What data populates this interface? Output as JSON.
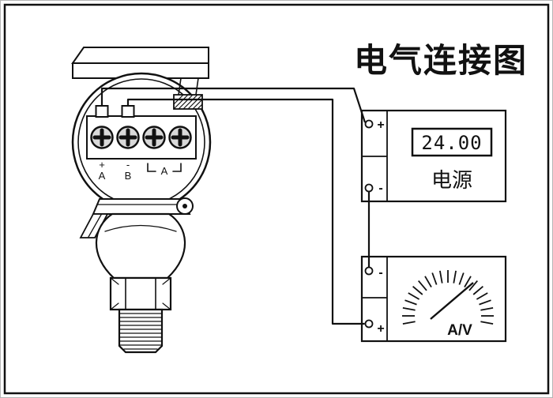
{
  "title": "电气连接图",
  "transmitter": {
    "terminal1_sign": "+",
    "terminal2_sign": "-",
    "terminal1_label": "A",
    "terminal2_label": "B",
    "test_label": "A"
  },
  "power_supply": {
    "terminal_top_sign": "+",
    "terminal_bottom_sign": "-",
    "display_value": "24.00",
    "label": "电源"
  },
  "meter": {
    "terminal_top_sign": "-",
    "terminal_bottom_sign": "+",
    "label": "A/V"
  }
}
